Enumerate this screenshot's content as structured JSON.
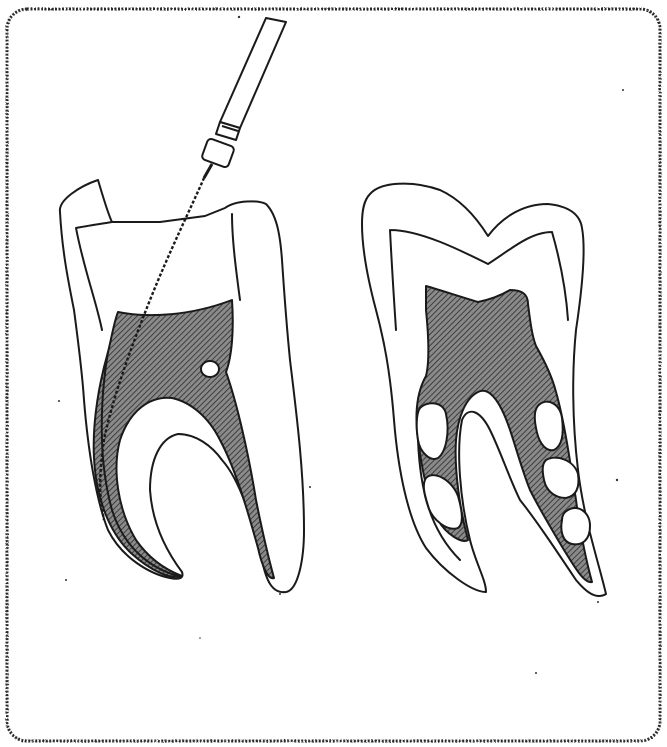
{
  "figure": {
    "panels": [
      {
        "id": "left",
        "subject": "tooth-with-root-canal-file",
        "instrument": "endodontic-file"
      },
      {
        "id": "right",
        "subject": "tooth-with-lateral-canals"
      }
    ]
  },
  "colors": {
    "line": "#1a1a1a",
    "paper": "#ffffff",
    "pulp_fill": "#7a7a7a",
    "frame": "#2a2a2a"
  },
  "icons": [
    "hatched-pulp-pattern",
    "file-shaft",
    "file-handle"
  ]
}
